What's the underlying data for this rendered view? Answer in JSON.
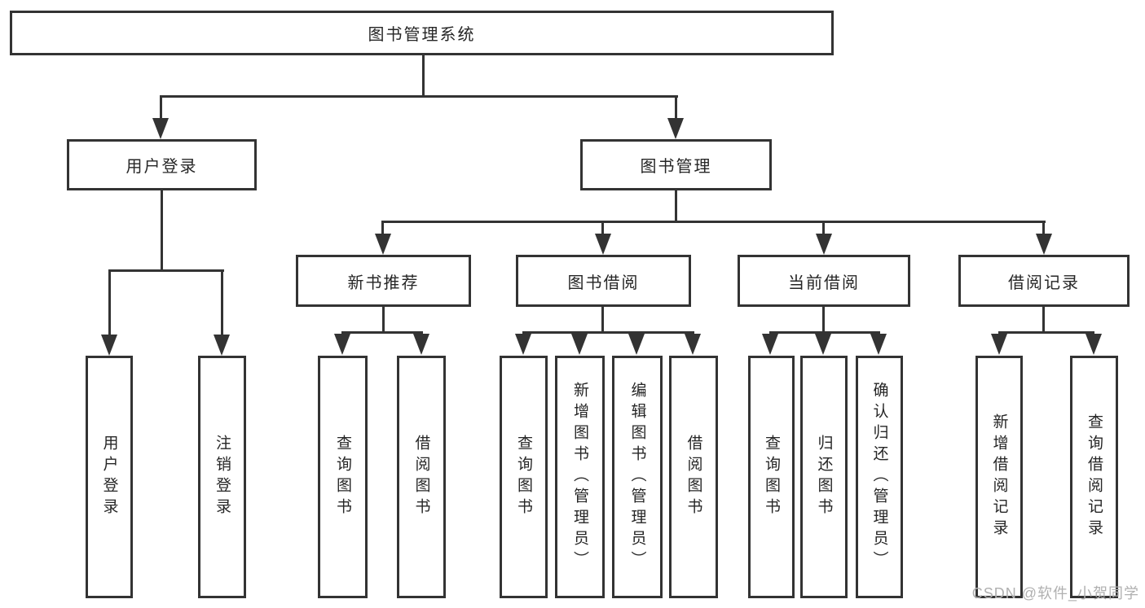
{
  "diagram": {
    "title": "图书管理系统",
    "nodes": {
      "root": "图书管理系统",
      "user_login": "用户登录",
      "book_mgmt": "图书管理",
      "new_books": "新书推荐",
      "book_borrow": "图书借阅",
      "current_borrow": "当前借阅",
      "borrow_records": "借阅记录",
      "leaf_user_login": "用户登录",
      "leaf_logout": "注销登录",
      "leaf_nb_query": "查询图书",
      "leaf_nb_borrow": "借阅图书",
      "leaf_bb_query": "查询图书",
      "leaf_bb_add": "新增图书（管理员）",
      "leaf_bb_edit": "编辑图书（管理员）",
      "leaf_bb_borrow": "借阅图书",
      "leaf_cb_query": "查询图书",
      "leaf_cb_return": "归还图书",
      "leaf_cb_confirm": "确认归还（管理员）",
      "leaf_br_add": "新增借阅记录",
      "leaf_br_query": "查询借阅记录"
    },
    "watermark": "CSDN @软件_小贺同学",
    "colors": {
      "line": "#333333",
      "text": "#262626",
      "box_fill": "#ffffff",
      "watermark": "#b0b0b0",
      "background": "#ffffff"
    }
  }
}
